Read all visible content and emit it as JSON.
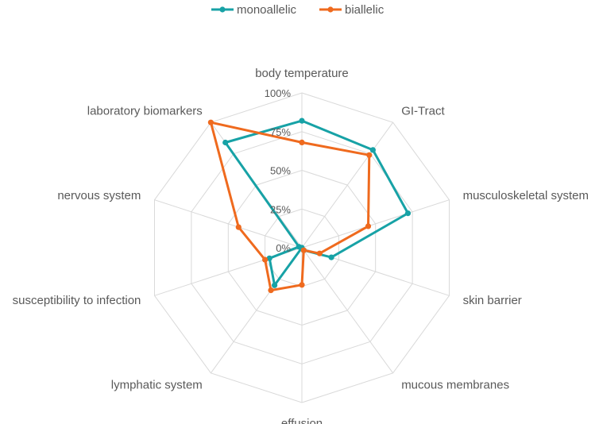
{
  "chart_data": {
    "type": "radar",
    "categories": [
      "body temperature",
      "GI-Tract",
      "musculoskeletal system",
      "skin barrier",
      "mucous membranes",
      "effusion",
      "lymphatic system",
      "susceptibility to infection",
      "nervous system",
      "laboratory biomarkers"
    ],
    "tick_labels": [
      "0%",
      "25%",
      "50%",
      "75%",
      "100%"
    ],
    "ylim": [
      0,
      1
    ],
    "grid": true,
    "legend_position": "top",
    "series": [
      {
        "name": "monoallelic",
        "color": "#17A2A6",
        "values": [
          0.82,
          0.78,
          0.72,
          0.2,
          0.02,
          0.0,
          0.3,
          0.22,
          0.02,
          0.84
        ]
      },
      {
        "name": "biallelic",
        "color": "#EF6A1E",
        "values": [
          0.68,
          0.74,
          0.45,
          0.12,
          0.02,
          0.24,
          0.34,
          0.25,
          0.43,
          1.0
        ]
      }
    ]
  }
}
